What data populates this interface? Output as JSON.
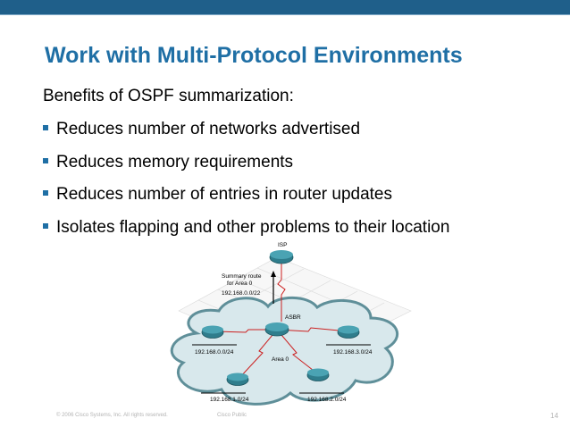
{
  "slide": {
    "title": "Work with Multi-Protocol Environments",
    "intro": "Benefits of OSPF summarization:",
    "bullets": [
      "Reduces number of networks advertised",
      "Reduces memory requirements",
      "Reduces number of entries in router updates",
      "Isolates flapping and other problems to their location"
    ]
  },
  "diagram": {
    "isp_label": "ISP",
    "summary_line1": "Summary route",
    "summary_line2": "for Area 0",
    "summary_prefix": "192.168.0.0/22",
    "asbr_label": "ASBR",
    "area_label": "Area 0",
    "networks": [
      "192.168.0.0/24",
      "192.168.3.0/24",
      "192.168.1.0/24",
      "192.168.2.0/24"
    ]
  },
  "footer": {
    "copyright": "© 2006 Cisco Systems, Inc. All rights reserved.",
    "classification": "Cisco Public",
    "page_number": "14"
  },
  "colors": {
    "header_bar": "#1f5f8a",
    "title": "#1f6fa5",
    "cloud_fill": "#d8e8ec",
    "router": "#2f7d8c",
    "link": "#cc1f1f"
  }
}
